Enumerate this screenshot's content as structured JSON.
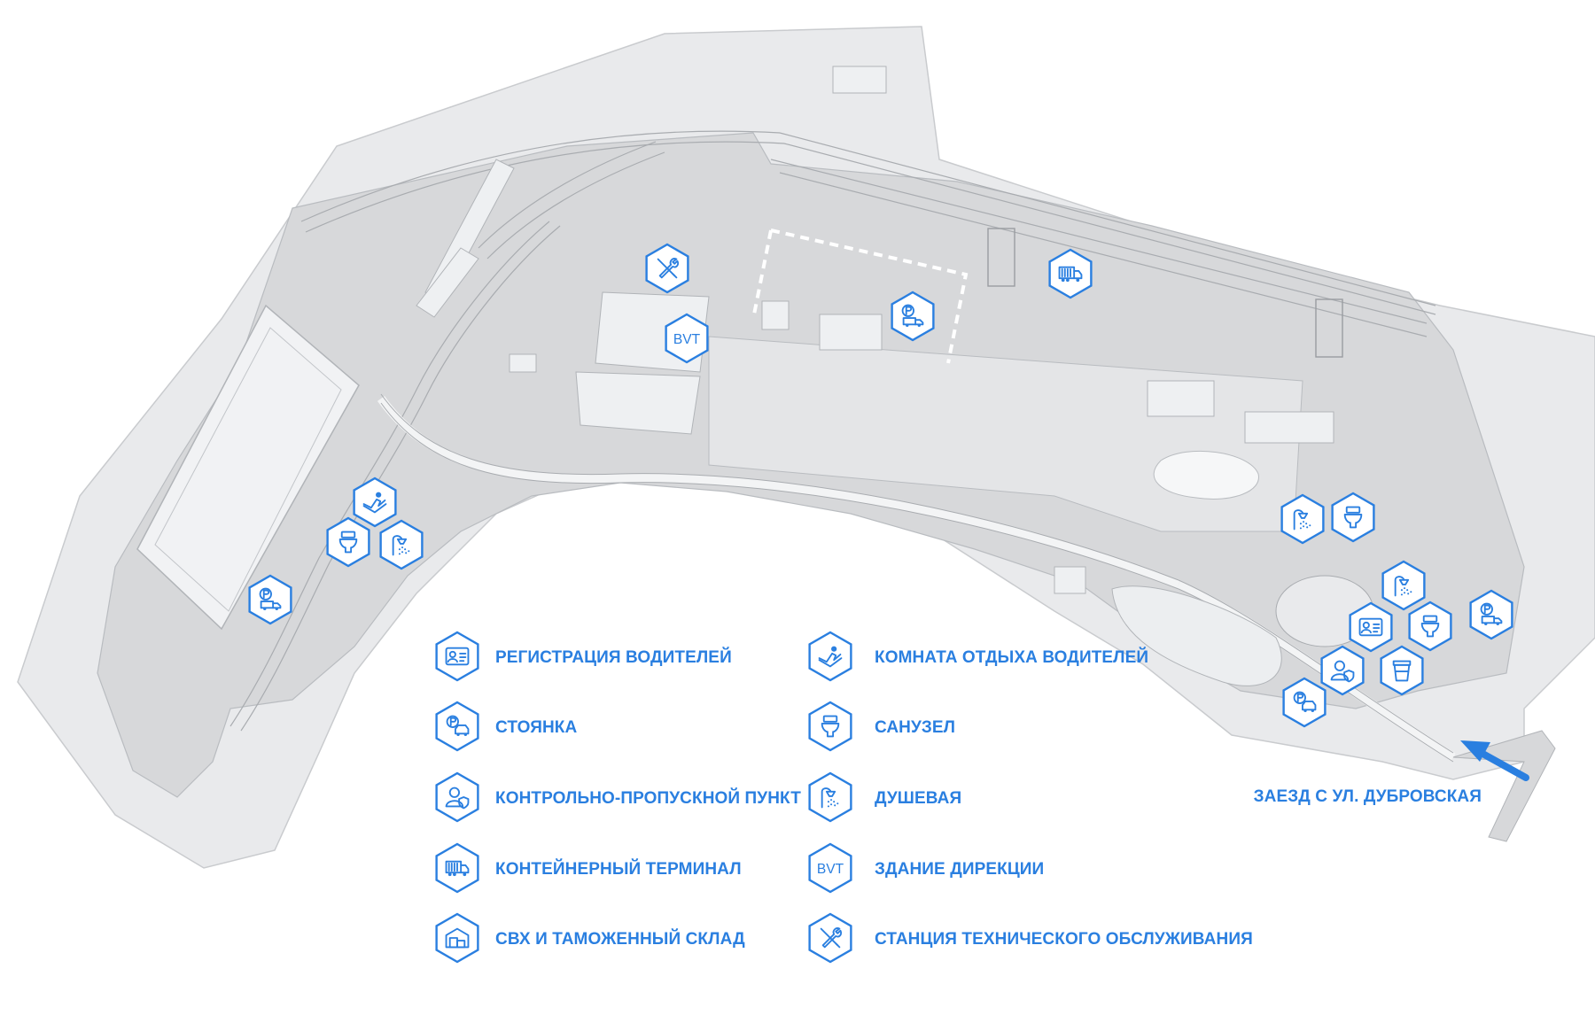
{
  "colors": {
    "accent": "#2a7fe0",
    "site_fill": "#d7d8da",
    "outer_fill": "#e9eaec",
    "building_fill": "#eef0f2",
    "road_stroke": "#a9acb0"
  },
  "legend": [
    {
      "icon": "driver-registration-icon",
      "label": "РЕГИСТРАЦИЯ ВОДИТЕЛЕЙ"
    },
    {
      "icon": "parking-icon",
      "label": "СТОЯНКА"
    },
    {
      "icon": "checkpoint-icon",
      "label": "КОНТРОЛЬНО-ПРОПУСКНОЙ ПУНКТ"
    },
    {
      "icon": "container-truck-icon",
      "label": "КОНТЕЙНЕРНЫЙ ТЕРМИНАЛ"
    },
    {
      "icon": "warehouse-icon",
      "label": "СВХ И ТАМОЖЕННЫЙ СКЛАД"
    },
    {
      "icon": "driver-rest-icon",
      "label": "КОМНАТА ОТДЫХА ВОДИТЕЛЕЙ"
    },
    {
      "icon": "toilet-icon",
      "label": "САНУЗЕЛ"
    },
    {
      "icon": "shower-icon",
      "label": "ДУШЕВАЯ"
    },
    {
      "icon": "bvt-icon",
      "label": "ЗДАНИЕ ДИРЕКЦИИ",
      "icon_text": "BVT"
    },
    {
      "icon": "service-station-icon",
      "label": "СТАНЦИЯ ТЕХНИЧЕСКОГО ОБСЛУЖИВАНИЯ"
    }
  ],
  "entrance_label": "ЗАЕЗД С УЛ. ДУБРОВСКАЯ",
  "map_markers": [
    {
      "icon": "service-station-icon"
    },
    {
      "icon": "bvt-icon",
      "icon_text": "BVT"
    },
    {
      "icon": "truck-parking-icon"
    },
    {
      "icon": "container-truck-icon"
    },
    {
      "icon": "driver-rest-icon"
    },
    {
      "icon": "toilet-icon"
    },
    {
      "icon": "shower-icon"
    },
    {
      "icon": "truck-parking-icon"
    },
    {
      "icon": "shower-icon"
    },
    {
      "icon": "toilet-icon"
    },
    {
      "icon": "shower-icon"
    },
    {
      "icon": "driver-registration-icon"
    },
    {
      "icon": "toilet-icon"
    },
    {
      "icon": "truck-parking-icon"
    },
    {
      "icon": "checkpoint-icon"
    },
    {
      "icon": "coffee-icon"
    },
    {
      "icon": "parking-icon"
    }
  ]
}
